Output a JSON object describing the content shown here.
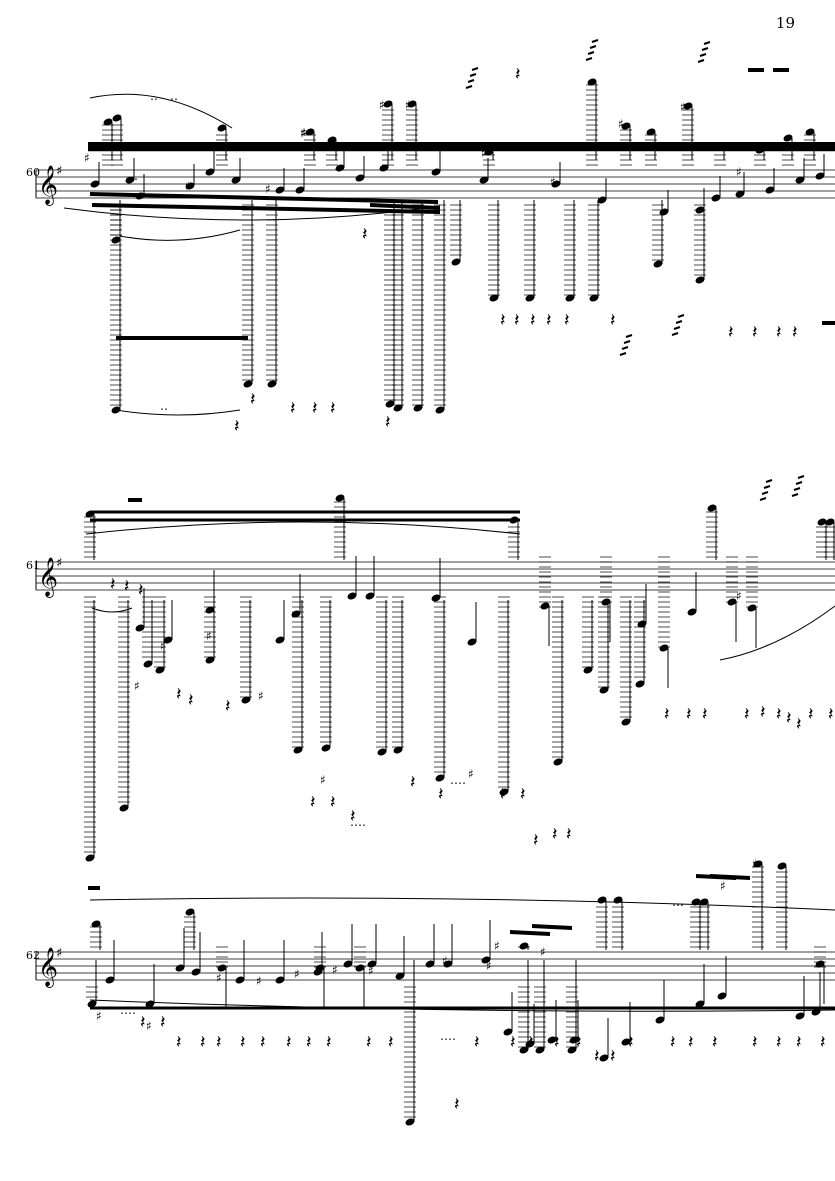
{
  "page": {
    "number": "19"
  },
  "systems": [
    {
      "measure_number": "60"
    },
    {
      "measure_number": "61"
    },
    {
      "measure_number": "62"
    }
  ]
}
